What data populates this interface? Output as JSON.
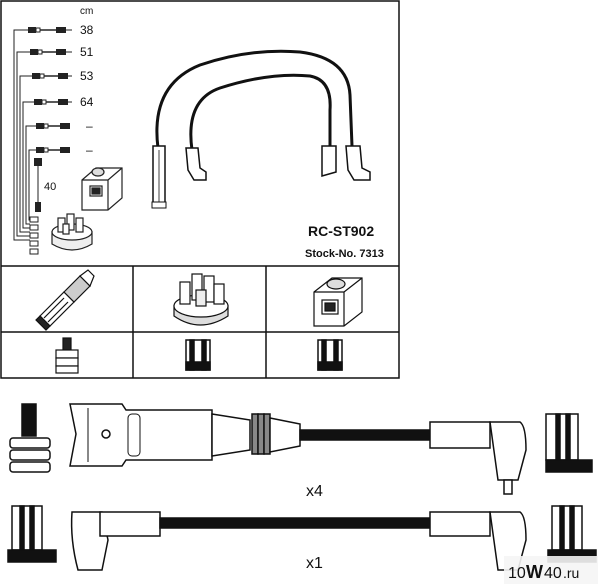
{
  "wire_table": {
    "unit": "cm",
    "lengths": [
      "38",
      "51",
      "53",
      "64",
      "–",
      "–"
    ],
    "coil_wire_length": "40"
  },
  "product": {
    "code": "RC-ST902",
    "stock": "Stock-No. 7313"
  },
  "details": {
    "qty_top": "x4",
    "qty_bottom": "x1"
  },
  "watermark": {
    "num": "10",
    "w": "W",
    "num2": "40",
    "ru": ".ru"
  }
}
